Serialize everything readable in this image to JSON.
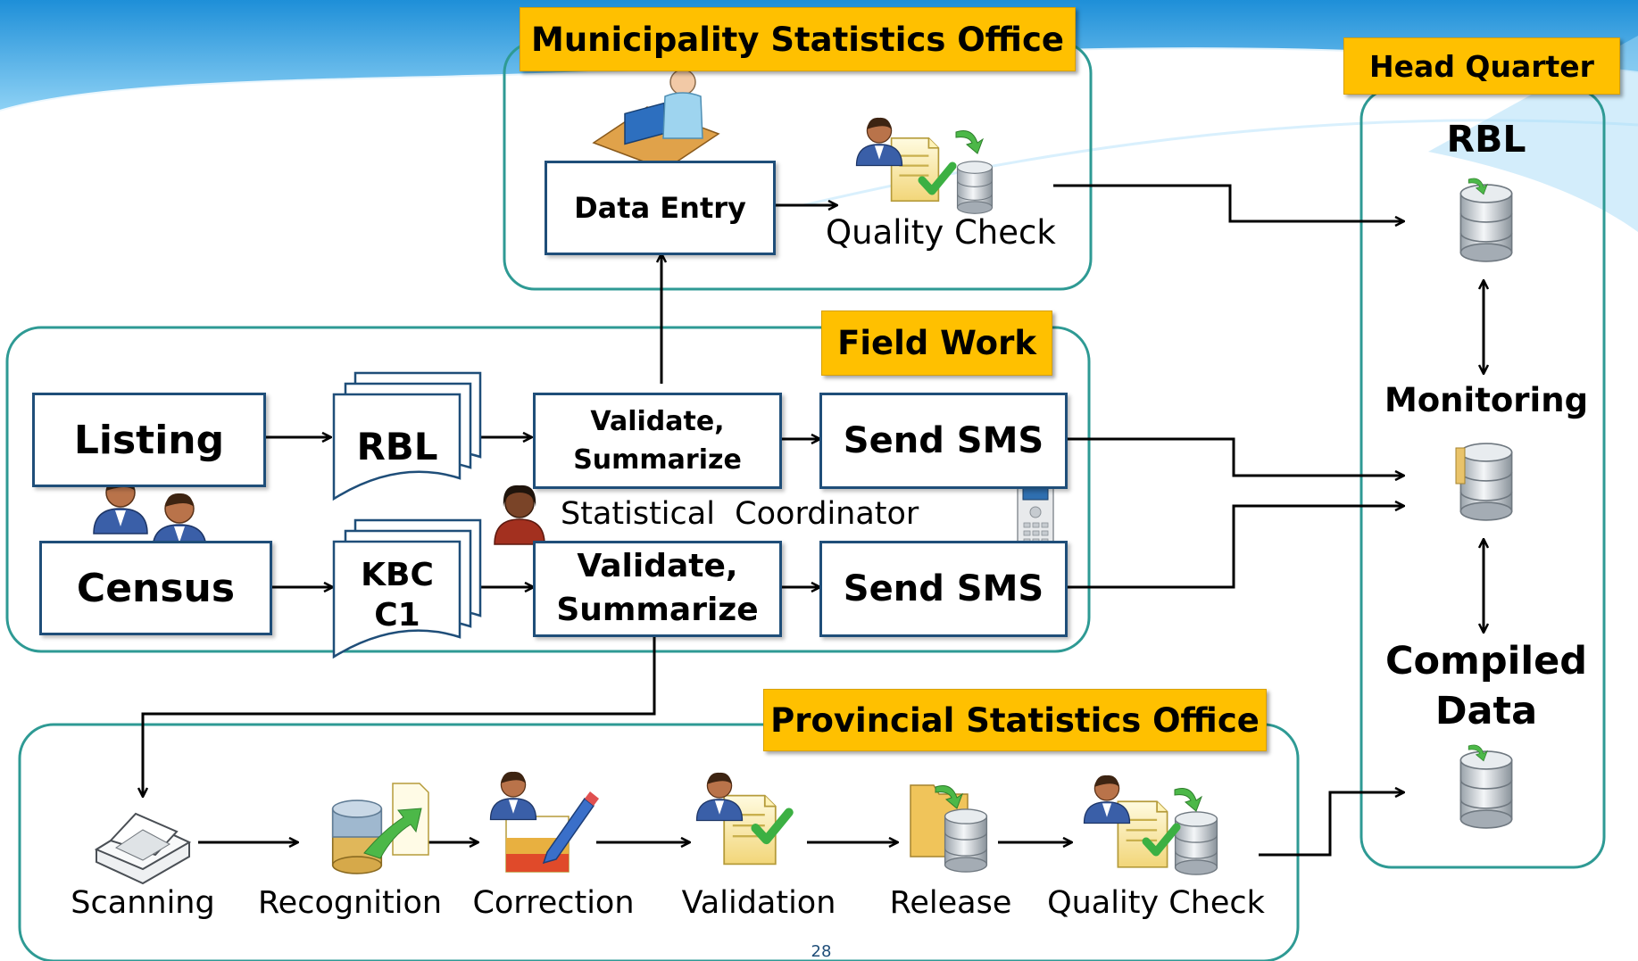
{
  "regions": {
    "municipality": "Municipality Statistics Office",
    "head_quarter": "Head Quarter",
    "field_work": "Field Work",
    "provincial": "Provincial Statistics Office"
  },
  "municipality": {
    "data_entry": "Data Entry",
    "quality_check": "Quality Check"
  },
  "head_quarter": {
    "rbl": "RBL",
    "monitoring": "Monitoring",
    "compiled_line1": "Compiled",
    "compiled_line2": "Data"
  },
  "field_work": {
    "listing": "Listing",
    "census": "Census",
    "rbl_doc": "RBL",
    "kbc_line1": "KBC",
    "kbc_line2": "C1",
    "validate_top_line1": "Validate,",
    "validate_top_line2": "Summarize",
    "validate_bottom_line1": "Validate,",
    "validate_bottom_line2": "Summarize",
    "send_sms_top": "Send SMS",
    "send_sms_bottom": "Send SMS",
    "coordinator": "Statistical  Coordinator"
  },
  "provincial": {
    "steps": [
      "Scanning",
      "Recognition",
      "Correction",
      "Validation",
      "Release",
      "Quality Check"
    ]
  },
  "page_number": "28",
  "icons": {
    "computer_operator": "computer-operator-icon",
    "quality_check": "document-check-database-icon",
    "database": "database-icon",
    "enumerators": "two-persons-icon",
    "coordinator": "person-icon",
    "mobile": "mobile-phone-icon",
    "scanner": "scanner-icon",
    "recognition": "database-export-icon",
    "correction": "person-edit-icon",
    "validation": "person-document-check-icon",
    "release": "folder-database-icon"
  },
  "colors": {
    "region_border": "#2e9a94",
    "tag_fill": "#ffc000",
    "box_border": "#1f4e79",
    "banner": "#3fa9e8"
  }
}
